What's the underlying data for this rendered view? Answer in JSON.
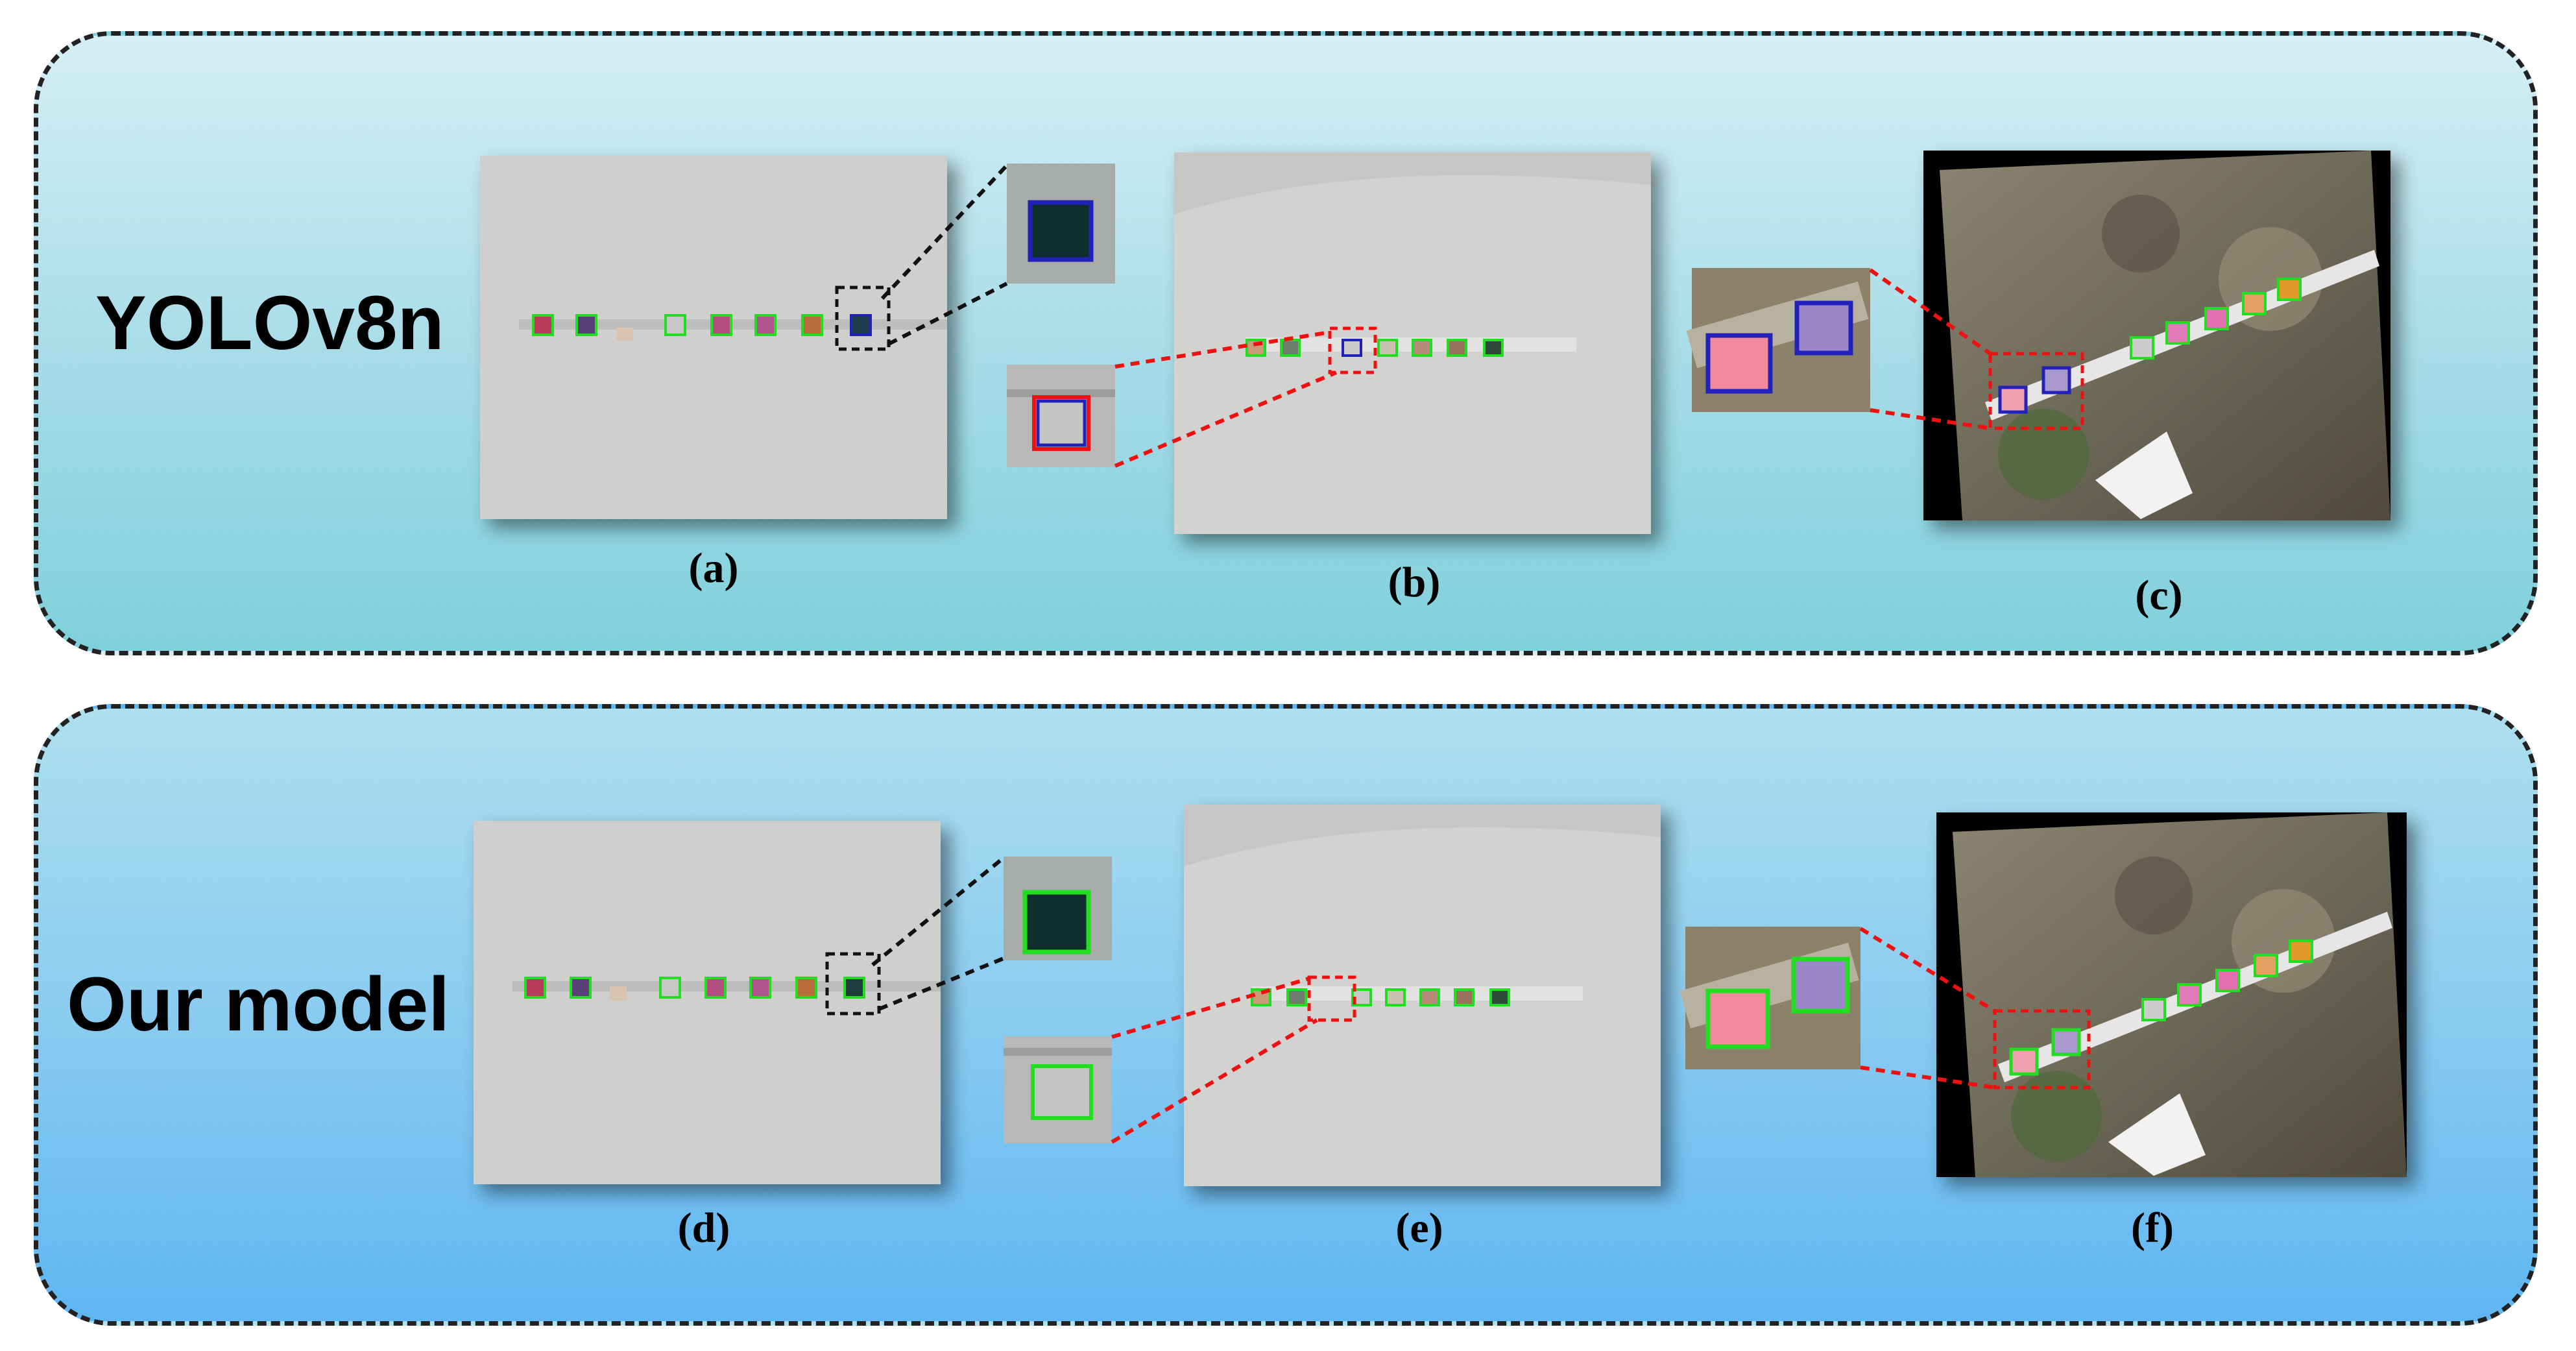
{
  "rows": [
    {
      "label": "YOLOv8n",
      "captions": [
        "(a)",
        "(b)",
        "(c)"
      ]
    },
    {
      "label": "Our model",
      "captions": [
        "(d)",
        "(e)",
        "(f)"
      ]
    }
  ],
  "colors": {
    "correct_box": "#22dd22",
    "wrong_box": "#2222bb",
    "zoom_callout_black": "#111111",
    "zoom_callout_red": "#ee1111",
    "top_panel_bg": "#a9dde8",
    "bottom_panel_bg": "#86c9f0"
  }
}
